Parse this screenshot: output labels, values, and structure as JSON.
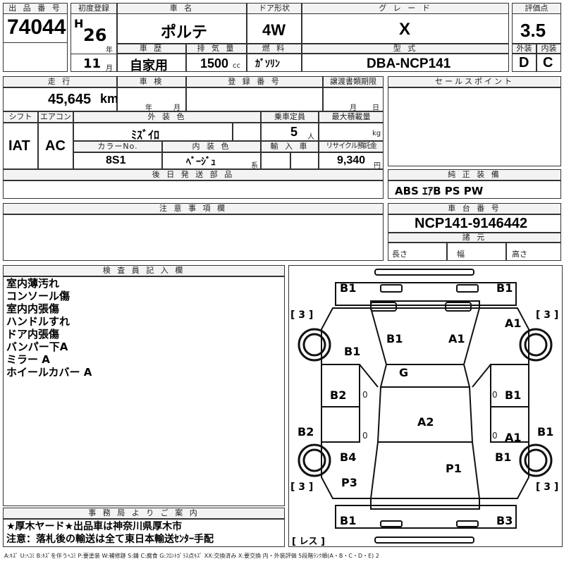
{
  "header": {
    "lot_label": "出 品 番 号",
    "lot": "74044",
    "reg_label": "初度登録",
    "era": "H",
    "year": "26",
    "year_unit": "年",
    "month": "11",
    "month_unit": "月",
    "name_label": "車 名",
    "name": "ポルテ",
    "door_label": "ドア形状",
    "door": "4W",
    "grade_label": "グ レ ー ド",
    "grade": "X",
    "score_label": "評価点",
    "score": "3.5",
    "history_label": "車 歴",
    "history": "自家用",
    "displacement_label": "排 気 量",
    "displacement": "1500",
    "cc": "cc",
    "fuel_label": "燃 料",
    "fuel": "ｶﾞｿﾘﾝ",
    "model_label": "型 式",
    "model": "DBA-NCP141",
    "exterior_label": "外装",
    "exterior": "D",
    "interior_label": "内装",
    "interior": "C"
  },
  "row2": {
    "mileage_label": "走 行",
    "mileage": "45,645",
    "km": "km",
    "inspection_label": "車 検",
    "y": "年",
    "m": "月",
    "regno_label": "登 録 番 号",
    "transfer_label": "譲渡書類期限",
    "m2": "月",
    "d2": "日",
    "sales_label": "セールスポイント"
  },
  "row3": {
    "shift_label": "シフト",
    "shift": "IAT",
    "ac_label": "エアコン",
    "ac": "AC",
    "color_label": "外 装 色",
    "color": "ﾐｽﾞｲﾛ",
    "capacity_label": "乗車定員",
    "capacity": "5",
    "person": "人",
    "load_label": "最大積載量",
    "kg": "kg",
    "colorno_label": "カラーNo.",
    "colorno": "8S1",
    "int_color_label": "内 装 色",
    "int_color": "ﾍﾞｰｼﾞｭ",
    "kei": "系",
    "import_label": "輸 入 車",
    "recycle_label": "リサイクル預託金",
    "recycle": "9,340",
    "yen": "円"
  },
  "later_parts_label": "後 日 発 送 部 品",
  "equipment_label": "純 正 装 備",
  "equipment": "ABS ｴｱB PS PW",
  "caution_label": "注 意 事 項 欄",
  "chassis_label": "車 台 番 号",
  "chassis": "NCP141-9146442",
  "spec_label": "諸 元",
  "length": "長さ",
  "width": "幅",
  "height": "高さ",
  "inspector_label": "検 査 員 記 入 欄",
  "inspector_notes": [
    "室内薄汚れ",
    "コンソール傷",
    "室内内張傷",
    "ハンドルすれ",
    "ドア内張傷",
    "バンパー下A",
    "ミラー A",
    "ホイールカバー A"
  ],
  "office_label": "事 務 局 よ り ご 案 内",
  "office_notes": [
    "★厚木ヤード★出品車は神奈川県厚木市",
    "注意：落札後の輸送は全て東日本輸送ｾﾝﾀｰ手配"
  ],
  "damage": {
    "front_left": "B1",
    "front_right": "B1",
    "tire_fl": "[ 3 ]",
    "tire_fr": "[ 3 ]",
    "tire_rl": "[ 3 ]",
    "tire_rr": "[ 3 ]",
    "fender_right_a": "A1",
    "fender_left": "B1",
    "hood_left": "B1",
    "hood_right": "A1",
    "glass": "G",
    "door_lf": "B2",
    "door_rf": "B1",
    "zero_left_1": "0",
    "zero_right_1": "0",
    "roof": "A2",
    "rocker_left": "B2",
    "rocker_right": "B1",
    "door_rr_a": "A1",
    "zero_left_2": "0",
    "zero_right_2": "0",
    "quarter_left": "B4",
    "quarter_right": "B1",
    "trunk": "P1",
    "rear_left_p": "P3",
    "rear_left": "B1",
    "rear_right": "B3",
    "spare": "[ レス ]"
  },
  "legend": "A:ｷｽﾞ U:ﾍｺﾐ B:ｷｽﾞを伴うﾍｺﾐ P:要塗装 W:補修跡 S:錆 C:腐食 G:ﾌﾛﾝﾄｶﾞﾗｽ点ｷｽﾞ XX:交換済み X:要交換 内・外装評価 5段階ﾗﾝｸ順(A・B・C・D・E) 2"
}
